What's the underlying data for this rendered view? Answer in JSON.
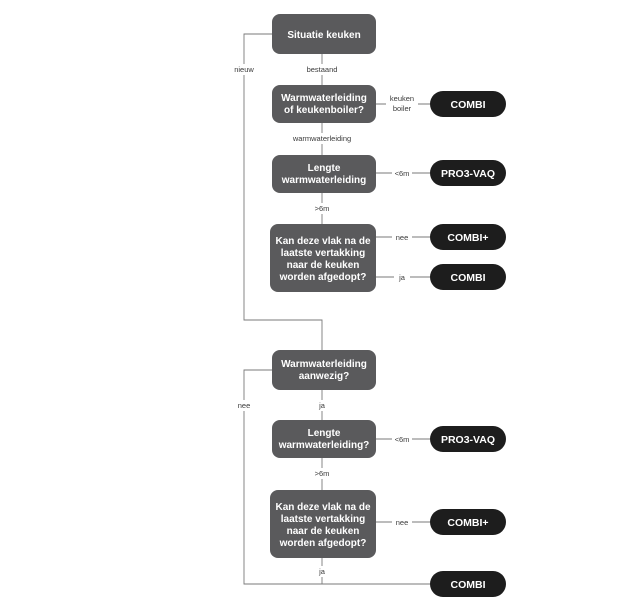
{
  "colors": {
    "decision_box": "#5a5a5c",
    "outcome_pill": "#1d1d1d",
    "connector": "#7a7a7a",
    "label_text": "#3a3a3a"
  },
  "nodes": {
    "situatie": {
      "lines": [
        "Situatie keuken"
      ]
    },
    "warmwater_of_boiler": {
      "lines": [
        "Warmwaterleiding",
        "of keukenboiler?"
      ]
    },
    "lengte1": {
      "lines": [
        "Lengte",
        "warmwaterleiding"
      ]
    },
    "vlak1": {
      "lines": [
        "Kan deze vlak na de",
        "laatste vertakking",
        "naar de keuken",
        "worden afgedopt?"
      ]
    },
    "aanwezig": {
      "lines": [
        "Warmwaterleiding",
        "aanwezig?"
      ]
    },
    "lengte2": {
      "lines": [
        "Lengte",
        "warmwaterleiding?"
      ]
    },
    "vlak2": {
      "lines": [
        "Kan deze vlak na de",
        "laatste vertakking",
        "naar de keuken",
        "worden afgedopt?"
      ]
    }
  },
  "outcomes": {
    "combi_1": "COMBI",
    "pro3_1": "PRO3-VAQ",
    "combi_plus_1": "COMBI+",
    "combi_2": "COMBI",
    "pro3_2": "PRO3-VAQ",
    "combi_plus_2": "COMBI+",
    "combi_3": "COMBI"
  },
  "edge_labels": {
    "nieuw": "nieuw",
    "bestaand": "bestaand",
    "keuken_boiler": [
      "keuken",
      "boiler"
    ],
    "warmwaterleiding": "warmwaterleiding",
    "lt6m_1": "<6m",
    "gt6m_1": ">6m",
    "nee_1": "nee",
    "ja_1": "ja",
    "nee_2": "nee",
    "ja_2": "ja",
    "lt6m_2": "<6m",
    "gt6m_2": ">6m",
    "nee_3": "nee",
    "ja_3": "ja"
  }
}
